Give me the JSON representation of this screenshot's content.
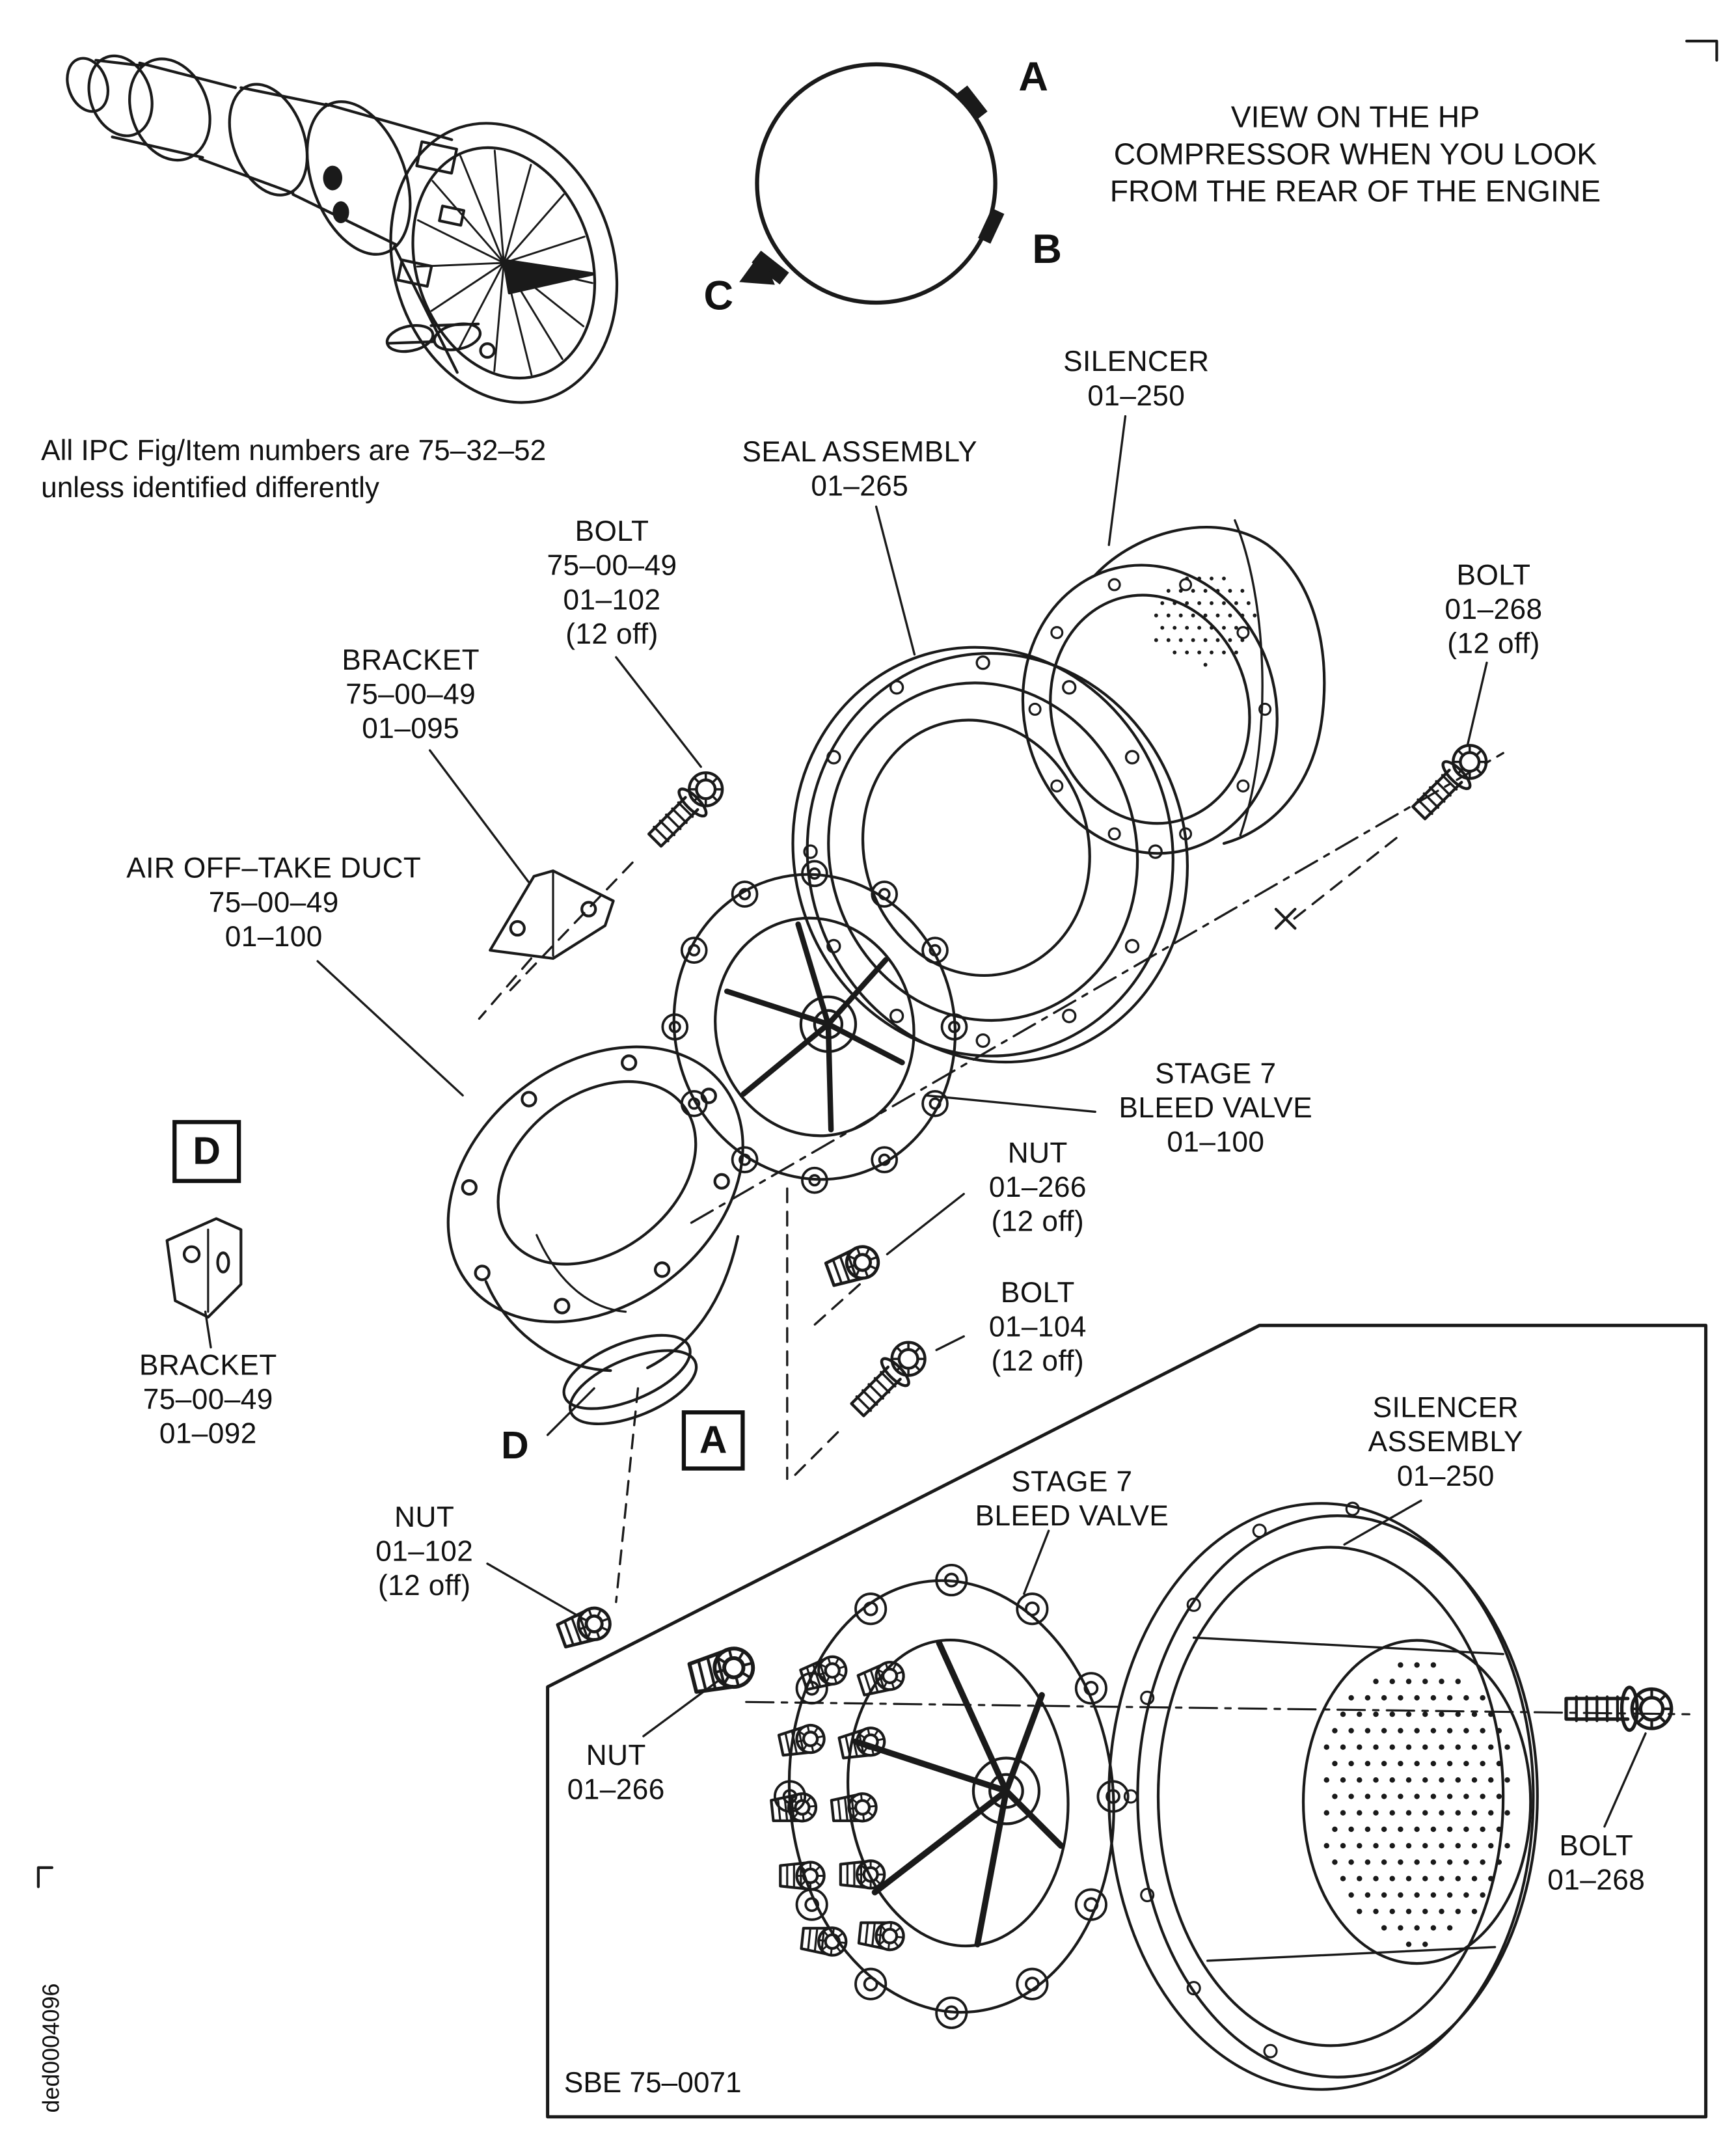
{
  "figure": {
    "view_note": {
      "line1": "VIEW ON THE HP",
      "line2": "COMPRESSOR WHEN YOU LOOK",
      "line3": "FROM THE REAR OF THE ENGINE"
    },
    "ipc_note": {
      "line1": "All IPC Fig/Item numbers are 75–32–52",
      "line2": "unless identified differently"
    },
    "drawing_code": "SBE 75–0071",
    "doc_code": "ded0004096",
    "orientation_markers": {
      "a": "A",
      "b": "B",
      "c": "C"
    },
    "detail_markers": {
      "d_box": "D",
      "a_box": "A",
      "d_plain": "D"
    }
  },
  "labels": {
    "silencer": {
      "l1": "SILENCER",
      "l2": "01–250"
    },
    "seal_assembly": {
      "l1": "SEAL ASSEMBLY",
      "l2": "01–265"
    },
    "bolt_102": {
      "l1": "BOLT",
      "l2": "75–00–49",
      "l3": "01–102",
      "l4": "(12 off)"
    },
    "bolt_268": {
      "l1": "BOLT",
      "l2": "01–268",
      "l3": "(12 off)"
    },
    "bracket_095": {
      "l1": "BRACKET",
      "l2": "75–00–49",
      "l3": "01–095"
    },
    "air_offtake_duct": {
      "l1": "AIR OFF–TAKE DUCT",
      "l2": "75–00–49",
      "l3": "01–100"
    },
    "stage7_bleed_valve": {
      "l1": "STAGE 7",
      "l2": "BLEED VALVE",
      "l3": "01–100"
    },
    "nut_266": {
      "l1": "NUT",
      "l2": "01–266",
      "l3": "(12 off)"
    },
    "bolt_104": {
      "l1": "BOLT",
      "l2": "01–104",
      "l3": "(12 off)"
    },
    "bracket_092": {
      "l1": "BRACKET",
      "l2": "75–00–49",
      "l3": "01–092"
    },
    "nut_102": {
      "l1": "NUT",
      "l2": "01–102",
      "l3": "(12 off)"
    },
    "silencer_assembly": {
      "l1": "SILENCER",
      "l2": "ASSEMBLY",
      "l3": "01–250"
    },
    "stage7_bleed_valve_inset": {
      "l1": "STAGE 7",
      "l2": "BLEED VALVE"
    },
    "nut_266_inset": {
      "l1": "NUT",
      "l2": "01–266"
    },
    "bolt_268_inset": {
      "l1": "BOLT",
      "l2": "01–268"
    }
  }
}
